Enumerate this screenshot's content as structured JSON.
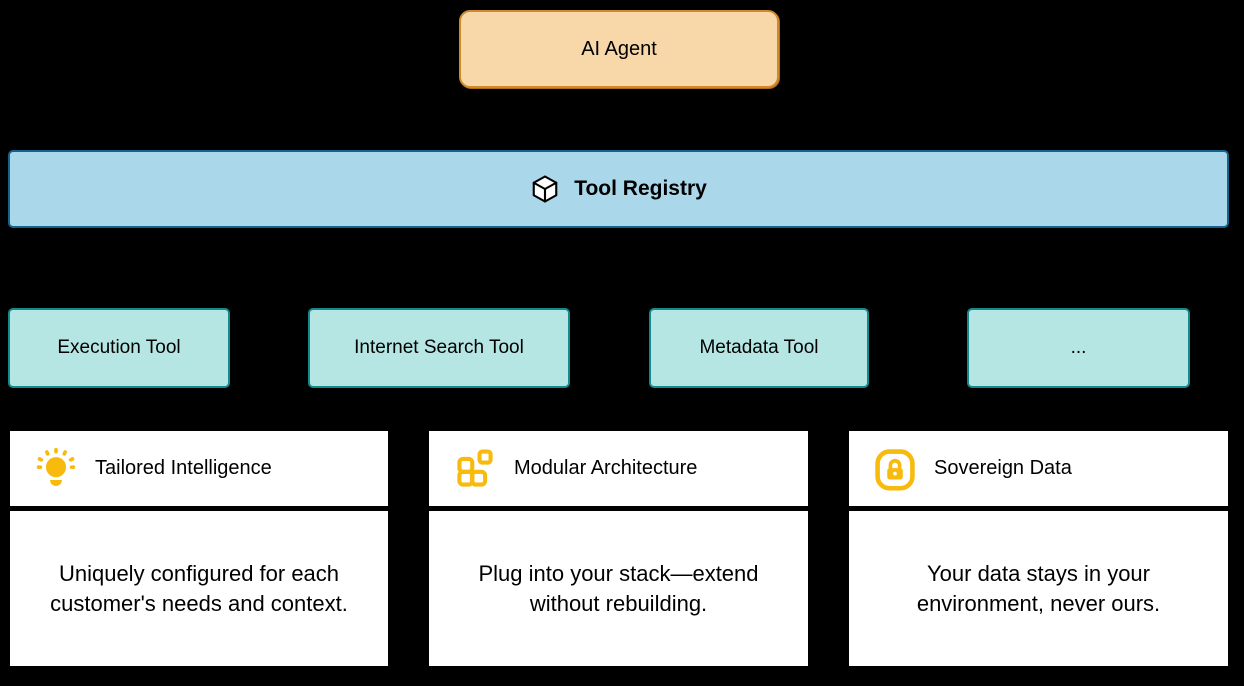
{
  "diagram": {
    "agent": {
      "label": "AI Agent"
    },
    "registry": {
      "label": "Tool Registry",
      "icon": "cube-icon"
    },
    "tools": [
      {
        "label": "Execution Tool"
      },
      {
        "label": "Internet Search Tool"
      },
      {
        "label": "Metadata Tool"
      },
      {
        "label": "..."
      }
    ],
    "features": [
      {
        "icon": "lightbulb-icon",
        "title": "Tailored Intelligence",
        "description": "Uniquely configured for each customer's needs and context."
      },
      {
        "icon": "modules-icon",
        "title": "Modular Architecture",
        "description": "Plug into your stack—extend without rebuilding."
      },
      {
        "icon": "lock-icon",
        "title": "Sovereign Data",
        "description": "Your data stays in your environment, never ours."
      }
    ],
    "colors": {
      "background": "#000000",
      "agent_fill": "#F8D7A9",
      "agent_border": "#CE8A2D",
      "registry_fill": "#ABD7EB",
      "registry_border": "#15638D",
      "tool_fill": "#B5E6E3",
      "tool_border": "#168A8A",
      "card_background": "#FFFFFF",
      "icon_yellow": "#F7BA0D",
      "text": "#000000"
    }
  }
}
